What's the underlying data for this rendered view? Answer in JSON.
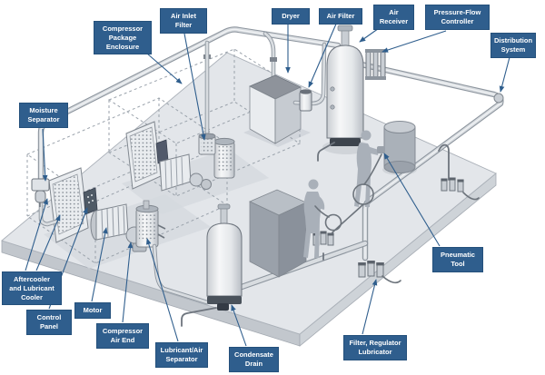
{
  "diagram": {
    "title": "Compressed air system overview diagram",
    "colors": {
      "label_bg": "#2f5e8d",
      "label_border": "#24507b",
      "label_text": "#ffffff",
      "arrow": "#2f5e8d",
      "floor": "#e3e6ea",
      "equipment": "#e9ecef"
    },
    "labels": [
      {
        "id": "compressor-package-enclosure",
        "text": "Compressor\nPackage\nEnclosure"
      },
      {
        "id": "air-inlet-filter",
        "text": "Air Inlet\nFilter"
      },
      {
        "id": "dryer",
        "text": "Dryer"
      },
      {
        "id": "air-filter",
        "text": "Air Filter"
      },
      {
        "id": "air-receiver",
        "text": "Air\nReceiver"
      },
      {
        "id": "pressure-flow-controller",
        "text": "Pressure-Flow\nController"
      },
      {
        "id": "distribution-system",
        "text": "Distribution\nSystem"
      },
      {
        "id": "moisture-separator",
        "text": "Moisture\nSeparator"
      },
      {
        "id": "aftercooler-and-lubricant-cooler",
        "text": "Aftercooler\nand Lubricant\nCooler"
      },
      {
        "id": "control-panel",
        "text": "Control\nPanel"
      },
      {
        "id": "motor",
        "text": "Motor"
      },
      {
        "id": "compressor-air-end",
        "text": "Compressor\nAir End"
      },
      {
        "id": "lubricant-air-separator",
        "text": "Lubricant/Air\nSeparator"
      },
      {
        "id": "condensate-drain",
        "text": "Condensate\nDrain"
      },
      {
        "id": "pneumatic-tool",
        "text": "Pneumatic\nTool"
      },
      {
        "id": "filter-regulator-lubricator",
        "text": "Filter, Regulator\nLubricator"
      }
    ]
  }
}
